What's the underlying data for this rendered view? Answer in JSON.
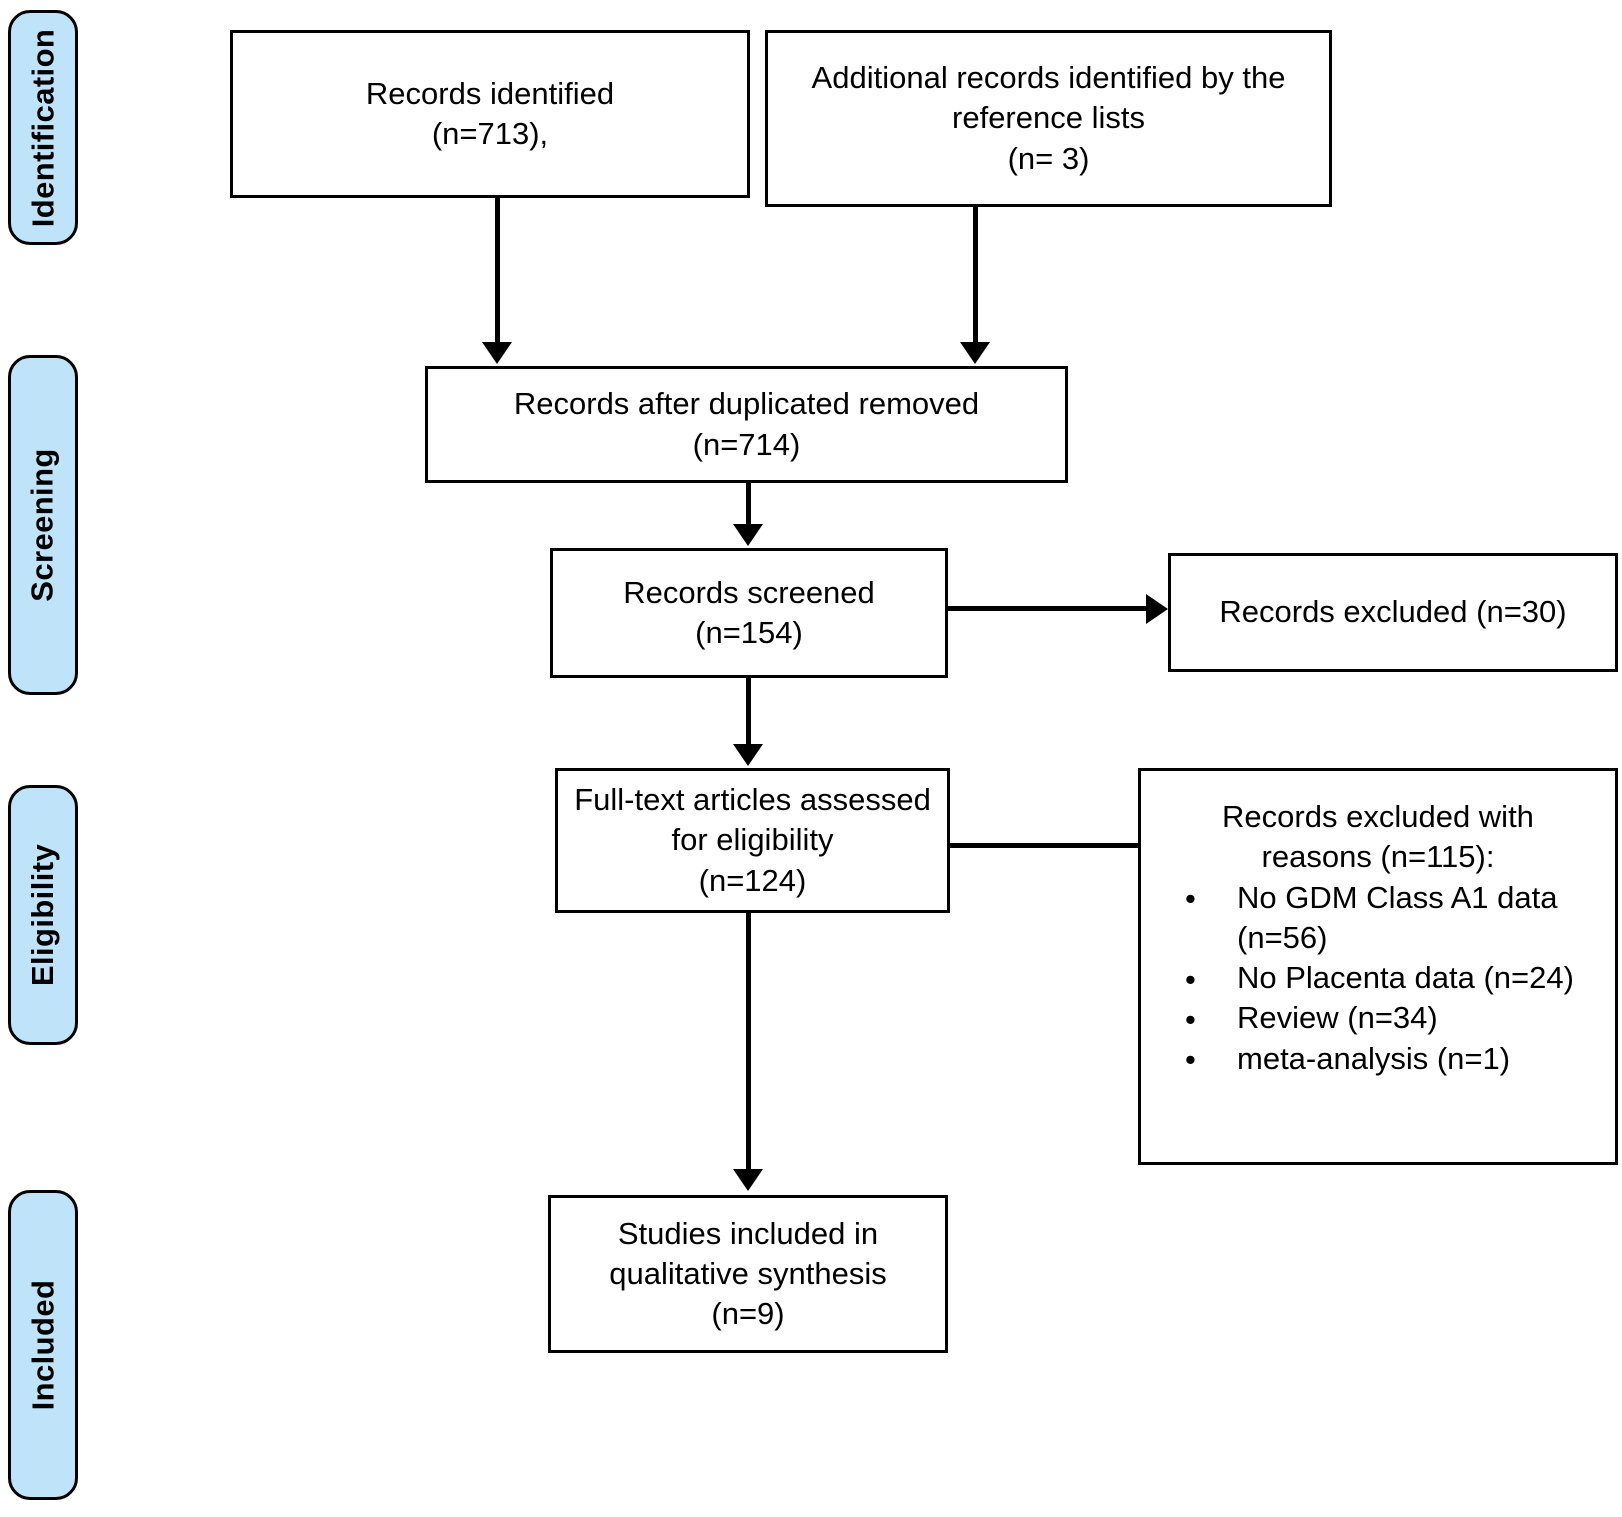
{
  "diagram": {
    "title": "PRISMA flow diagram",
    "accent_color": "#bfe3f8",
    "line_color": "#000000",
    "box_background": "#ffffff"
  },
  "phases": [
    {
      "id": "identification",
      "label": "Identification"
    },
    {
      "id": "screening",
      "label": "Screening"
    },
    {
      "id": "eligibility",
      "label": "Eligibility"
    },
    {
      "id": "included",
      "label": "Included"
    }
  ],
  "boxes": {
    "records_identified": {
      "text": "Records identified\n(n=713),"
    },
    "additional_records": {
      "text": "Additional records identified by the\nreference lists\n(n= 3)"
    },
    "after_duplicates": {
      "text": "Records after duplicated removed\n(n=714)"
    },
    "records_screened": {
      "text": "Records screened\n(n=154)"
    },
    "records_excluded": {
      "text": "Records excluded (n=30)"
    },
    "full_text_assessed": {
      "text": "Full-text articles assessed\nfor eligibility\n(n=124)"
    },
    "studies_included": {
      "text": "Studies included in\nqualitative synthesis\n(n=9)"
    }
  },
  "excluded_with_reasons": {
    "heading": "Records excluded with\nreasons (n=115):",
    "bullet_glyph": "•",
    "items": [
      {
        "label": "No GDM Class A1 data (n=56)"
      },
      {
        "label": "No Placenta data (n=24)"
      },
      {
        "label": "Review (n=34)"
      },
      {
        "label": "meta-analysis (n=1)"
      }
    ]
  },
  "counts": {
    "records_identified": 713,
    "additional_records": 3,
    "after_duplicates": 714,
    "records_screened": 154,
    "records_excluded": 30,
    "full_text_assessed": 124,
    "excluded_with_reasons_total": 115,
    "no_gdm_class_a1_data": 56,
    "no_placenta_data": 24,
    "review": 34,
    "meta_analysis": 1,
    "studies_included": 9
  }
}
